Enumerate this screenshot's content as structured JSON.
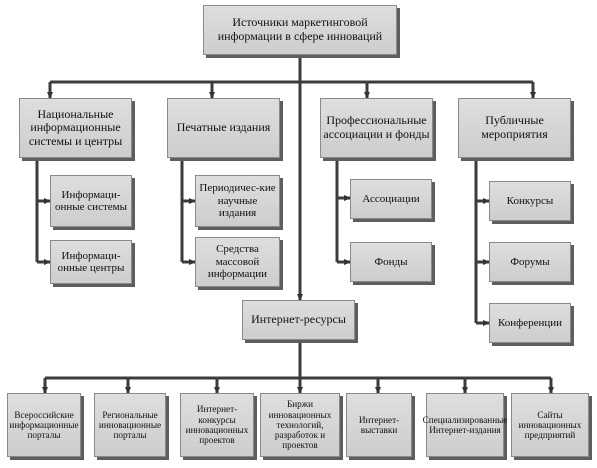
{
  "diagram": {
    "root": "Источники маркетинговой информации в сфере инноваций",
    "categories": [
      {
        "label": "Национальные информационные системы и центры",
        "children": [
          "Информаци-онные системы",
          "Информаци-онные центры"
        ]
      },
      {
        "label": "Печатные издания",
        "children": [
          "Периодичес-кие научные издания",
          "Средства массовой информации"
        ]
      },
      {
        "label": "Профессиональные ассоциации и фонды",
        "children": [
          "Ассоциации",
          "Фонды"
        ]
      },
      {
        "label": "Публичные мероприятия",
        "children": [
          "Конкурсы",
          "Форумы",
          "Конференции"
        ]
      }
    ],
    "internet": {
      "label": "Интернет-ресурсы",
      "children": [
        "Всероссийские информационные порталы",
        "Региональные инновационные порталы",
        "Интернет-конкурсы инновационных проектов",
        "Биржи инновационных технологий, разработок и проектов",
        "Интернет-выставки",
        "Специализированные Интернет-издания",
        "Сайты инновационных предприятий"
      ]
    }
  }
}
